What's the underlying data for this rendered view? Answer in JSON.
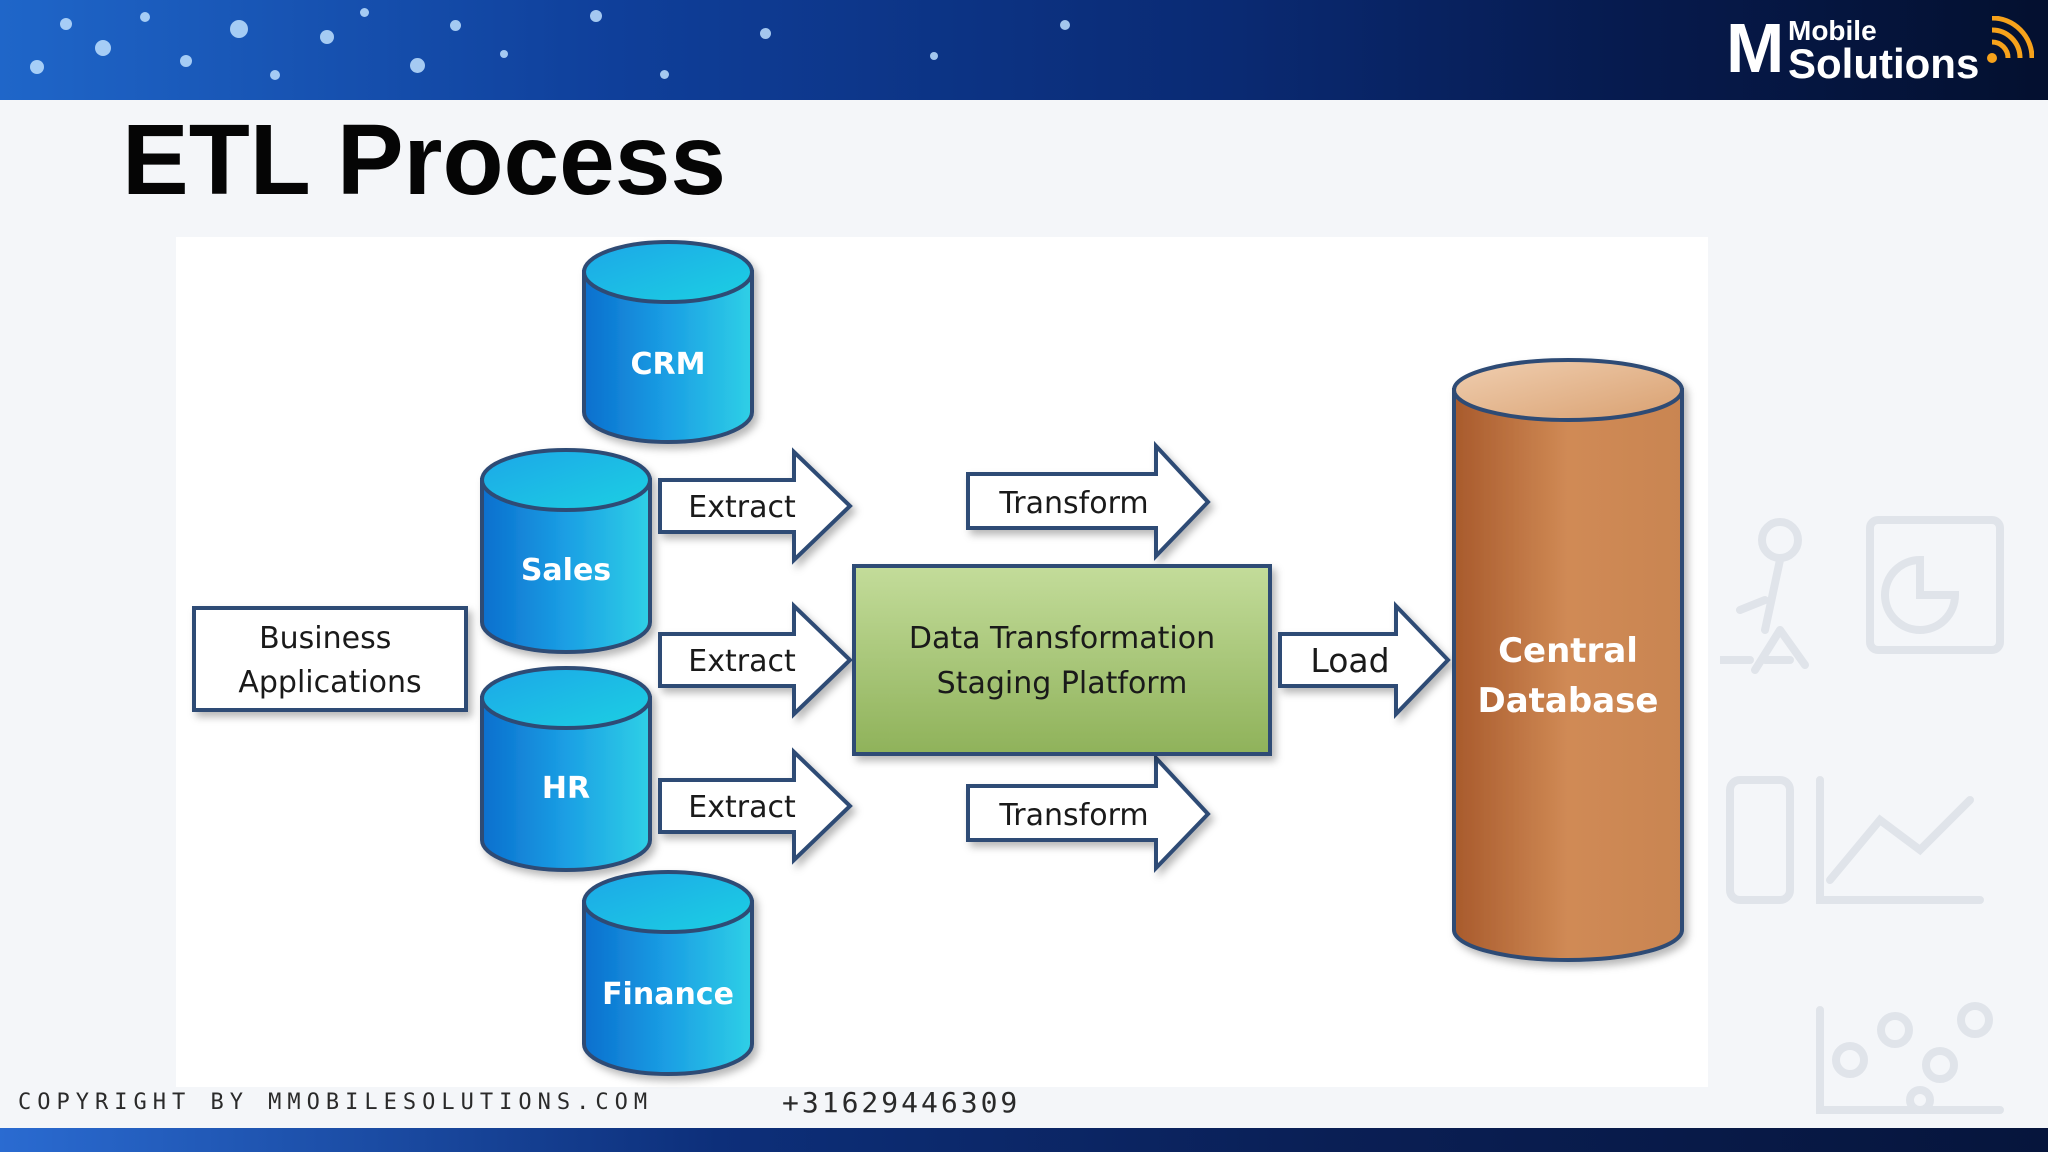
{
  "slide": {
    "title": "ETL Process",
    "logo": {
      "mark": "M",
      "top": "Mobile",
      "bottom": "Solutions",
      "icon": "signal-icon"
    },
    "footer": {
      "copyright": "COPYRIGHT BY MMOBILESOLUTIONS.COM",
      "phone": "+31629446309"
    }
  },
  "diagram": {
    "source": "Business Applications",
    "databases": [
      "CRM",
      "Sales",
      "HR",
      "Finance"
    ],
    "extract_label": "Extract",
    "transform_label": "Transform",
    "staging": [
      "Data Transformation",
      "Staging Platform"
    ],
    "load_label": "Load",
    "target": [
      "Central",
      "Database"
    ]
  },
  "colors": {
    "source_db": "#0f8fd8",
    "staging": "#a7c474",
    "target_db": "#c47a45",
    "arrow_border": "#2f4b75"
  }
}
